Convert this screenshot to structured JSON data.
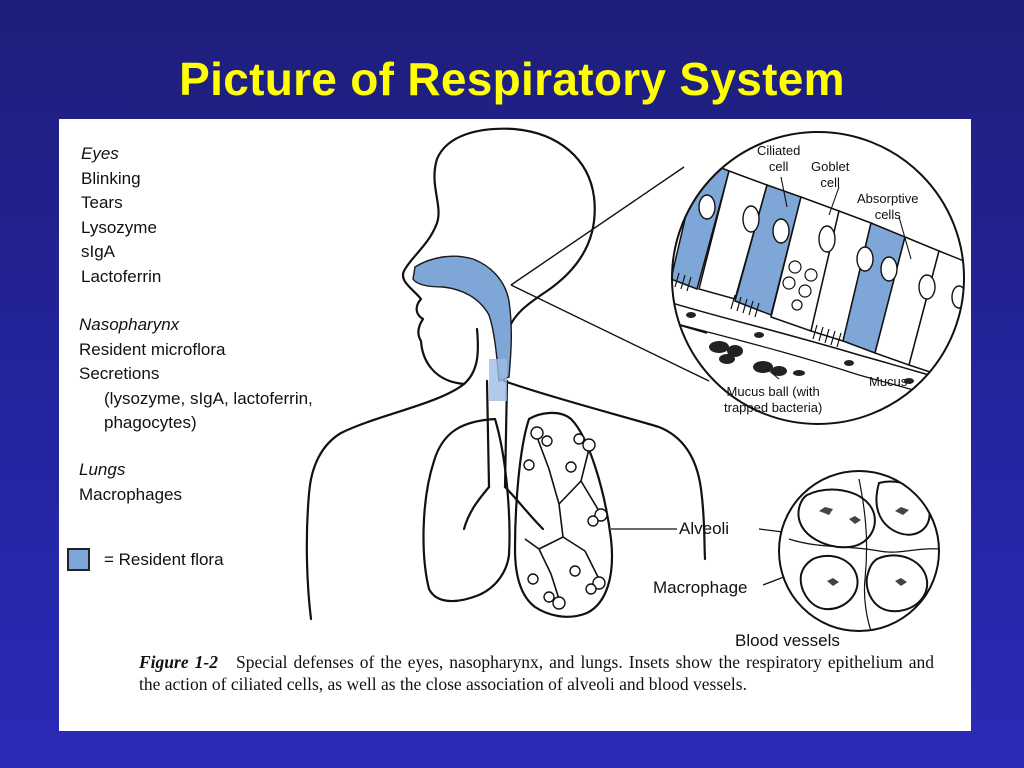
{
  "title": "Picture of Respiratory System",
  "colors": {
    "background": "#2323a0",
    "title": "#ffff00",
    "resident_flora": "#7ea6d6"
  },
  "sections": [
    {
      "heading": "Eyes",
      "items": [
        "Blinking",
        "Tears",
        "Lysozyme",
        "sIgA",
        "Lactoferrin"
      ]
    },
    {
      "heading": "Nasopharynx",
      "items": [
        "Resident microflora",
        "Secretions"
      ],
      "sub_items": [
        "(lysozyme, sIgA, lactoferrin,",
        "phagocytes)"
      ]
    },
    {
      "heading": "Lungs",
      "items": [
        "Macrophages"
      ]
    }
  ],
  "legend": {
    "text": "= Resident flora"
  },
  "inset_labels": {
    "ciliated": "Ciliated\ncell",
    "goblet": "Goblet\ncell",
    "absorptive": "Absorptive\ncells",
    "mucus": "Mucus",
    "mucus_ball": "Mucus ball (with\ntrapped bacteria)"
  },
  "labels": {
    "alveoli": "Alveoli",
    "macrophage": "Macrophage",
    "blood_vessels": "Blood vessels"
  },
  "caption": {
    "figure": "Figure 1-2",
    "text": "Special defenses of the eyes, nasopharynx, and lungs. Insets show the respiratory epithelium and the action of ciliated cells, as well as the close association of alveoli and blood vessels."
  }
}
